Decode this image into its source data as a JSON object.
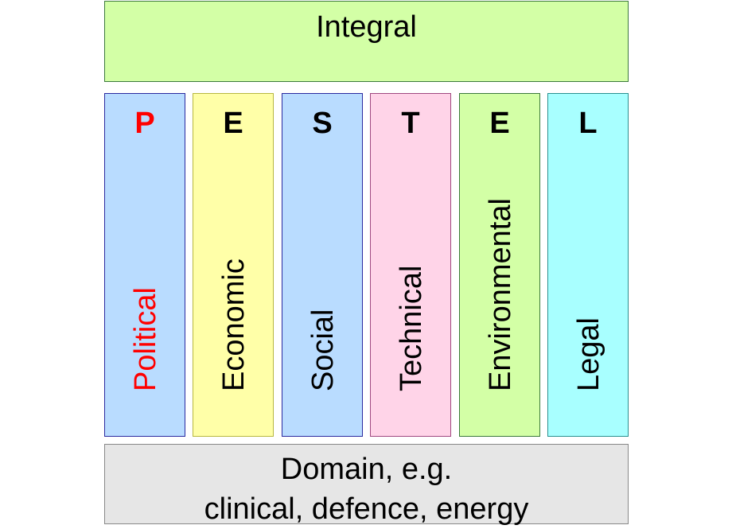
{
  "top": {
    "label": "Integral",
    "fill": "#d3ffa6"
  },
  "pillars": [
    {
      "letter": "P",
      "word": "Political",
      "fill": "#b9dcff",
      "border": "#2a2aa0",
      "text_color": "#ff0000"
    },
    {
      "letter": "E",
      "word": "Economic",
      "fill": "#ffffa8",
      "border": "#b8b840",
      "text_color": "#000000"
    },
    {
      "letter": "S",
      "word": "Social",
      "fill": "#b9dcff",
      "border": "#2a2aa0",
      "text_color": "#000000"
    },
    {
      "letter": "T",
      "word": "Technical",
      "fill": "#ffd4e8",
      "border": "#a04880",
      "text_color": "#000000"
    },
    {
      "letter": "E",
      "word": "Environmental",
      "fill": "#d3ffa6",
      "border": "#3c7a3c",
      "text_color": "#000000"
    },
    {
      "letter": "L",
      "word": "Legal",
      "fill": "#a8ffff",
      "border": "#2a9090",
      "text_color": "#000000"
    }
  ],
  "bottom": {
    "line1": "Domain, e.g.",
    "line2": "clinical, defence, energy",
    "fill": "#e6e6e6"
  }
}
